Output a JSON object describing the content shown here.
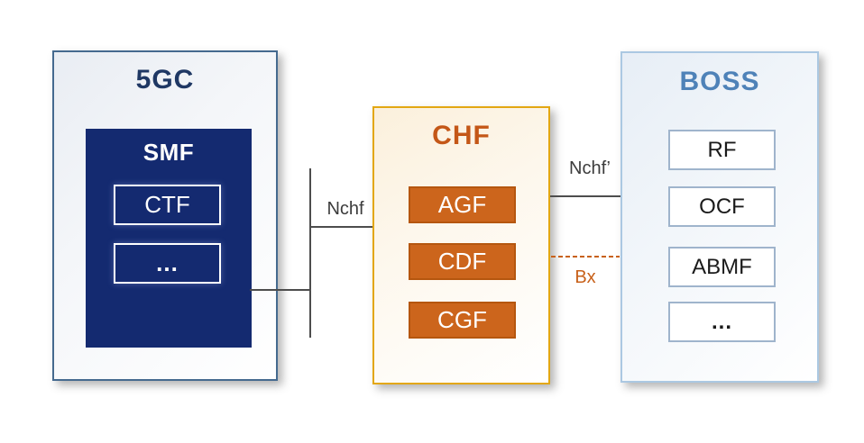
{
  "groups": {
    "g5gc": {
      "title": "5GC",
      "smf": {
        "title": "SMF",
        "items": [
          "CTF",
          "..."
        ]
      }
    },
    "chf": {
      "title": "CHF",
      "items": [
        "AGF",
        "CDF",
        "CGF"
      ]
    },
    "boss": {
      "title": "BOSS",
      "items": [
        "RF",
        "OCF",
        "ABMF",
        "..."
      ]
    }
  },
  "connectors": {
    "nchf": {
      "label": "Nchf",
      "style": "solid",
      "color": "#4D4D4D"
    },
    "nchf_prime": {
      "label": "Nchf’",
      "style": "solid",
      "color": "#4D4D4D"
    },
    "bx": {
      "label": "Bx",
      "style": "dashed",
      "color": "#C8611A"
    }
  },
  "colors": {
    "g5gc_border": "#456A8F",
    "g5gc_title": "#1F3864",
    "smf_fill": "#142A70",
    "chf_border": "#E3A712",
    "chf_title": "#C45717",
    "chf_item_fill": "#CC651C",
    "chf_item_border": "#B5560F",
    "boss_border": "#ABC8E2",
    "boss_title": "#4E82B8",
    "boss_item_border": "#9FB4CC",
    "line_gray": "#4D4D4D"
  }
}
